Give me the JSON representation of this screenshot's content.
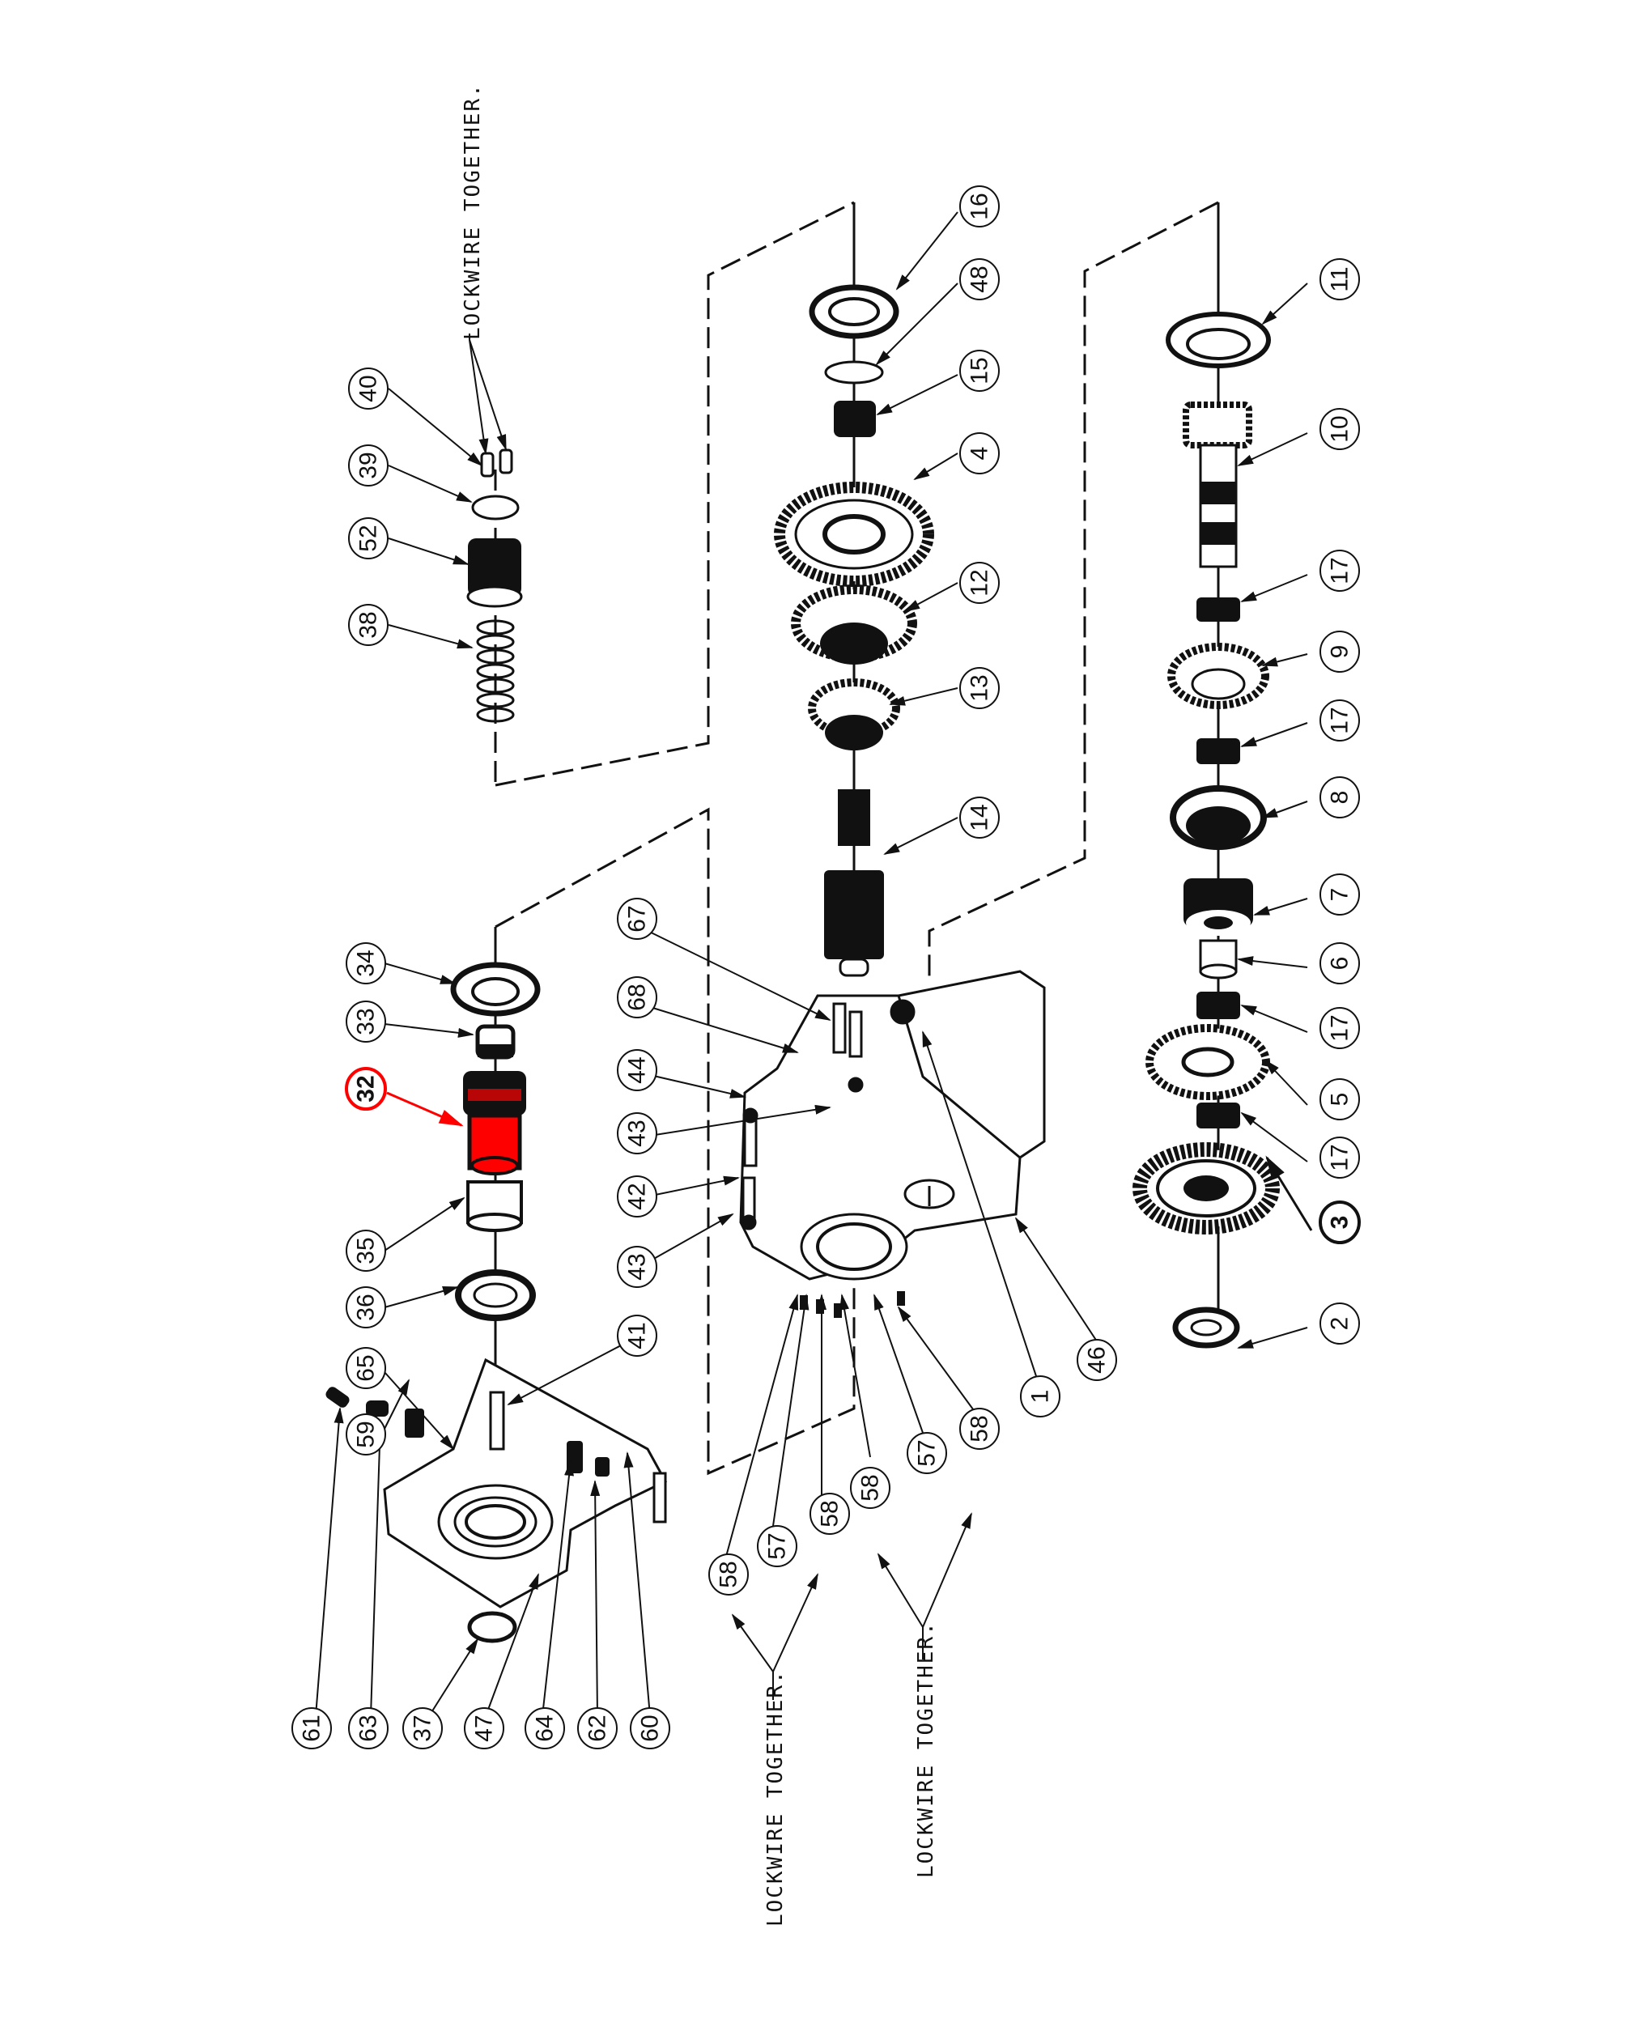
{
  "diagram": {
    "title": "Gearbox exploded parts view",
    "highlight_color": "#ff0000",
    "line_color": "#111111",
    "highlighted_part": "32",
    "notes": [
      {
        "id": "note-top",
        "text": "LOCKWIRE TOGETHER."
      },
      {
        "id": "note-bottom-left",
        "text": "LOCKWIRE TOGETHER."
      },
      {
        "id": "note-bottom-right",
        "text": "LOCKWIRE TOGETHER."
      }
    ],
    "balloons": [
      {
        "label": "40"
      },
      {
        "label": "39"
      },
      {
        "label": "52"
      },
      {
        "label": "38"
      },
      {
        "label": "16"
      },
      {
        "label": "48"
      },
      {
        "label": "15"
      },
      {
        "label": "4"
      },
      {
        "label": "12"
      },
      {
        "label": "13"
      },
      {
        "label": "14"
      },
      {
        "label": "11"
      },
      {
        "label": "10"
      },
      {
        "label": "17"
      },
      {
        "label": "9"
      },
      {
        "label": "17"
      },
      {
        "label": "8"
      },
      {
        "label": "7"
      },
      {
        "label": "6"
      },
      {
        "label": "17"
      },
      {
        "label": "5"
      },
      {
        "label": "17"
      },
      {
        "label": "3"
      },
      {
        "label": "2"
      },
      {
        "label": "34"
      },
      {
        "label": "33"
      },
      {
        "label": "32"
      },
      {
        "label": "35"
      },
      {
        "label": "36"
      },
      {
        "label": "65"
      },
      {
        "label": "59"
      },
      {
        "label": "67"
      },
      {
        "label": "68"
      },
      {
        "label": "44"
      },
      {
        "label": "43"
      },
      {
        "label": "42"
      },
      {
        "label": "43"
      },
      {
        "label": "41"
      },
      {
        "label": "61"
      },
      {
        "label": "63"
      },
      {
        "label": "37"
      },
      {
        "label": "47"
      },
      {
        "label": "64"
      },
      {
        "label": "62"
      },
      {
        "label": "60"
      },
      {
        "label": "46"
      },
      {
        "label": "1"
      },
      {
        "label": "58"
      },
      {
        "label": "57"
      },
      {
        "label": "58"
      },
      {
        "label": "58"
      },
      {
        "label": "57"
      },
      {
        "label": "58"
      }
    ]
  }
}
